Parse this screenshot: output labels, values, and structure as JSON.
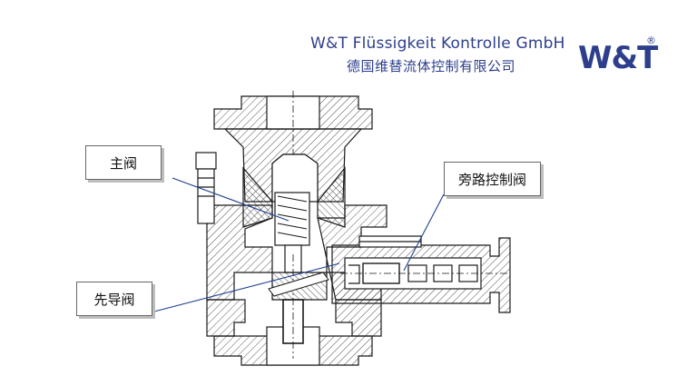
{
  "header": {
    "company_en": "W&T Flüssigkeit Kontrolle GmbH",
    "company_cn": "德国维替流体控制有限公司",
    "logo_text": "W&T",
    "logo_mark": "®"
  },
  "labels": {
    "main_valve": "主阀",
    "pilot_valve": "先导阀",
    "bypass_valve": "旁路控制阀"
  },
  "colors": {
    "brand": "#2d3e8c",
    "line": "#1a1a1a",
    "callout": "#1f3f8f"
  }
}
